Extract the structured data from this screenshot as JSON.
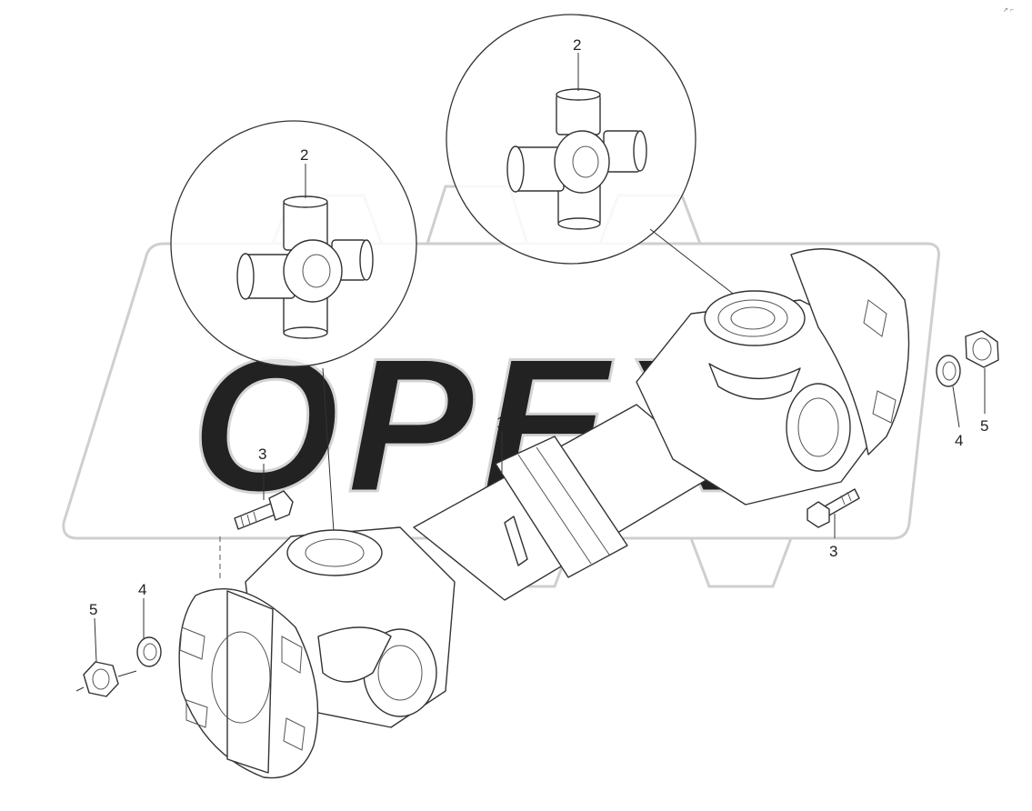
{
  "diagram": {
    "corner_mark": "↗ ⌐",
    "watermark_text": "OPEX",
    "callouts": {
      "shaft": "1",
      "spider_upper": "2",
      "spider_lower": "2",
      "bolt_left": "3",
      "bolt_right": "3",
      "washer_left": "4",
      "washer_right": "4",
      "nut_left": "5",
      "nut_right": "5"
    }
  }
}
